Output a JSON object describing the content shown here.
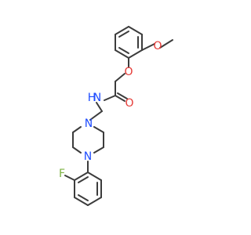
{
  "atoms": {
    "o_methoxy": "O",
    "o_ether": "O",
    "o_carbonyl": "O",
    "n_amide": "N",
    "h_amide": "H",
    "n_pip_upper": "N",
    "n_pip_lower": "N",
    "f": "F"
  },
  "colors": {
    "bond": "#3c3c3c",
    "oxygen": "#e53935",
    "nitrogen": "#1e4cff",
    "fluorine": "#7cb342"
  }
}
